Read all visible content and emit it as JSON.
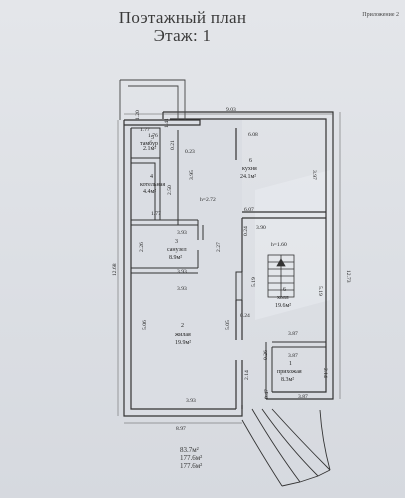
{
  "document": {
    "appendix_note": "Приложение 2",
    "title_line1": "Поэтажный план",
    "title_line2": "Этаж: 1"
  },
  "dimensions": {
    "top_overall": "9.03",
    "left_overall": "12.68",
    "right_overall": "12.73",
    "bottom_overall": "8.97",
    "kitchen_top": "6.08",
    "kitchen_bottom": "6.07",
    "kitchen_right": "3.97",
    "kitchen_left": "3.95",
    "boiler_width": "1.77",
    "boiler_height": "2.50",
    "vestibule_width": "1.76",
    "vestibule_top": "1.77",
    "vestibule_side": "1.20",
    "small_023": "0.23",
    "bath_width_top": "3.93",
    "bath_width_bottom": "3.93",
    "bath_left": "2.26",
    "bath_right": "2.27",
    "living_width_top": "3.93",
    "living_width_bottom": "3.93",
    "living_left": "5.06",
    "living_right": "5.05",
    "hall_width_top": "3.90",
    "hall_left": "5.19",
    "hall_right": "5.19",
    "hall_bottom": "3.87",
    "entry_width_top": "3.87",
    "entry_width_bottom": "3.87",
    "entry_left": "2.14",
    "entry_right": "2.14",
    "partition_024a": "0.24",
    "partition_024b": "0.24",
    "partition_026": "0.26",
    "partition_047": "0.47",
    "partition_021": "0.21",
    "partition_141": "1.41",
    "ceiling_h1": "h=2.72",
    "ceiling_h2": "h=1.60"
  },
  "rooms": [
    {
      "number": "5",
      "name": "тамбур",
      "area": "2.1м²"
    },
    {
      "number": "4",
      "name": "котельная",
      "area": "4.4м²"
    },
    {
      "number": "6",
      "name": "кухня",
      "area": "24.1м²"
    },
    {
      "number": "3",
      "name": "санузел",
      "area": "8.9м²"
    },
    {
      "number": "6",
      "name": "холл",
      "area": "19.6м²"
    },
    {
      "number": "2",
      "name": "жилая",
      "area": "19.9м²"
    },
    {
      "number": "1",
      "name": "прихожая",
      "area": "8.3м²"
    }
  ],
  "summary": {
    "living_area": "83.7м²",
    "total_area_1": "177.6м²",
    "total_area_2": "177.6м²"
  }
}
